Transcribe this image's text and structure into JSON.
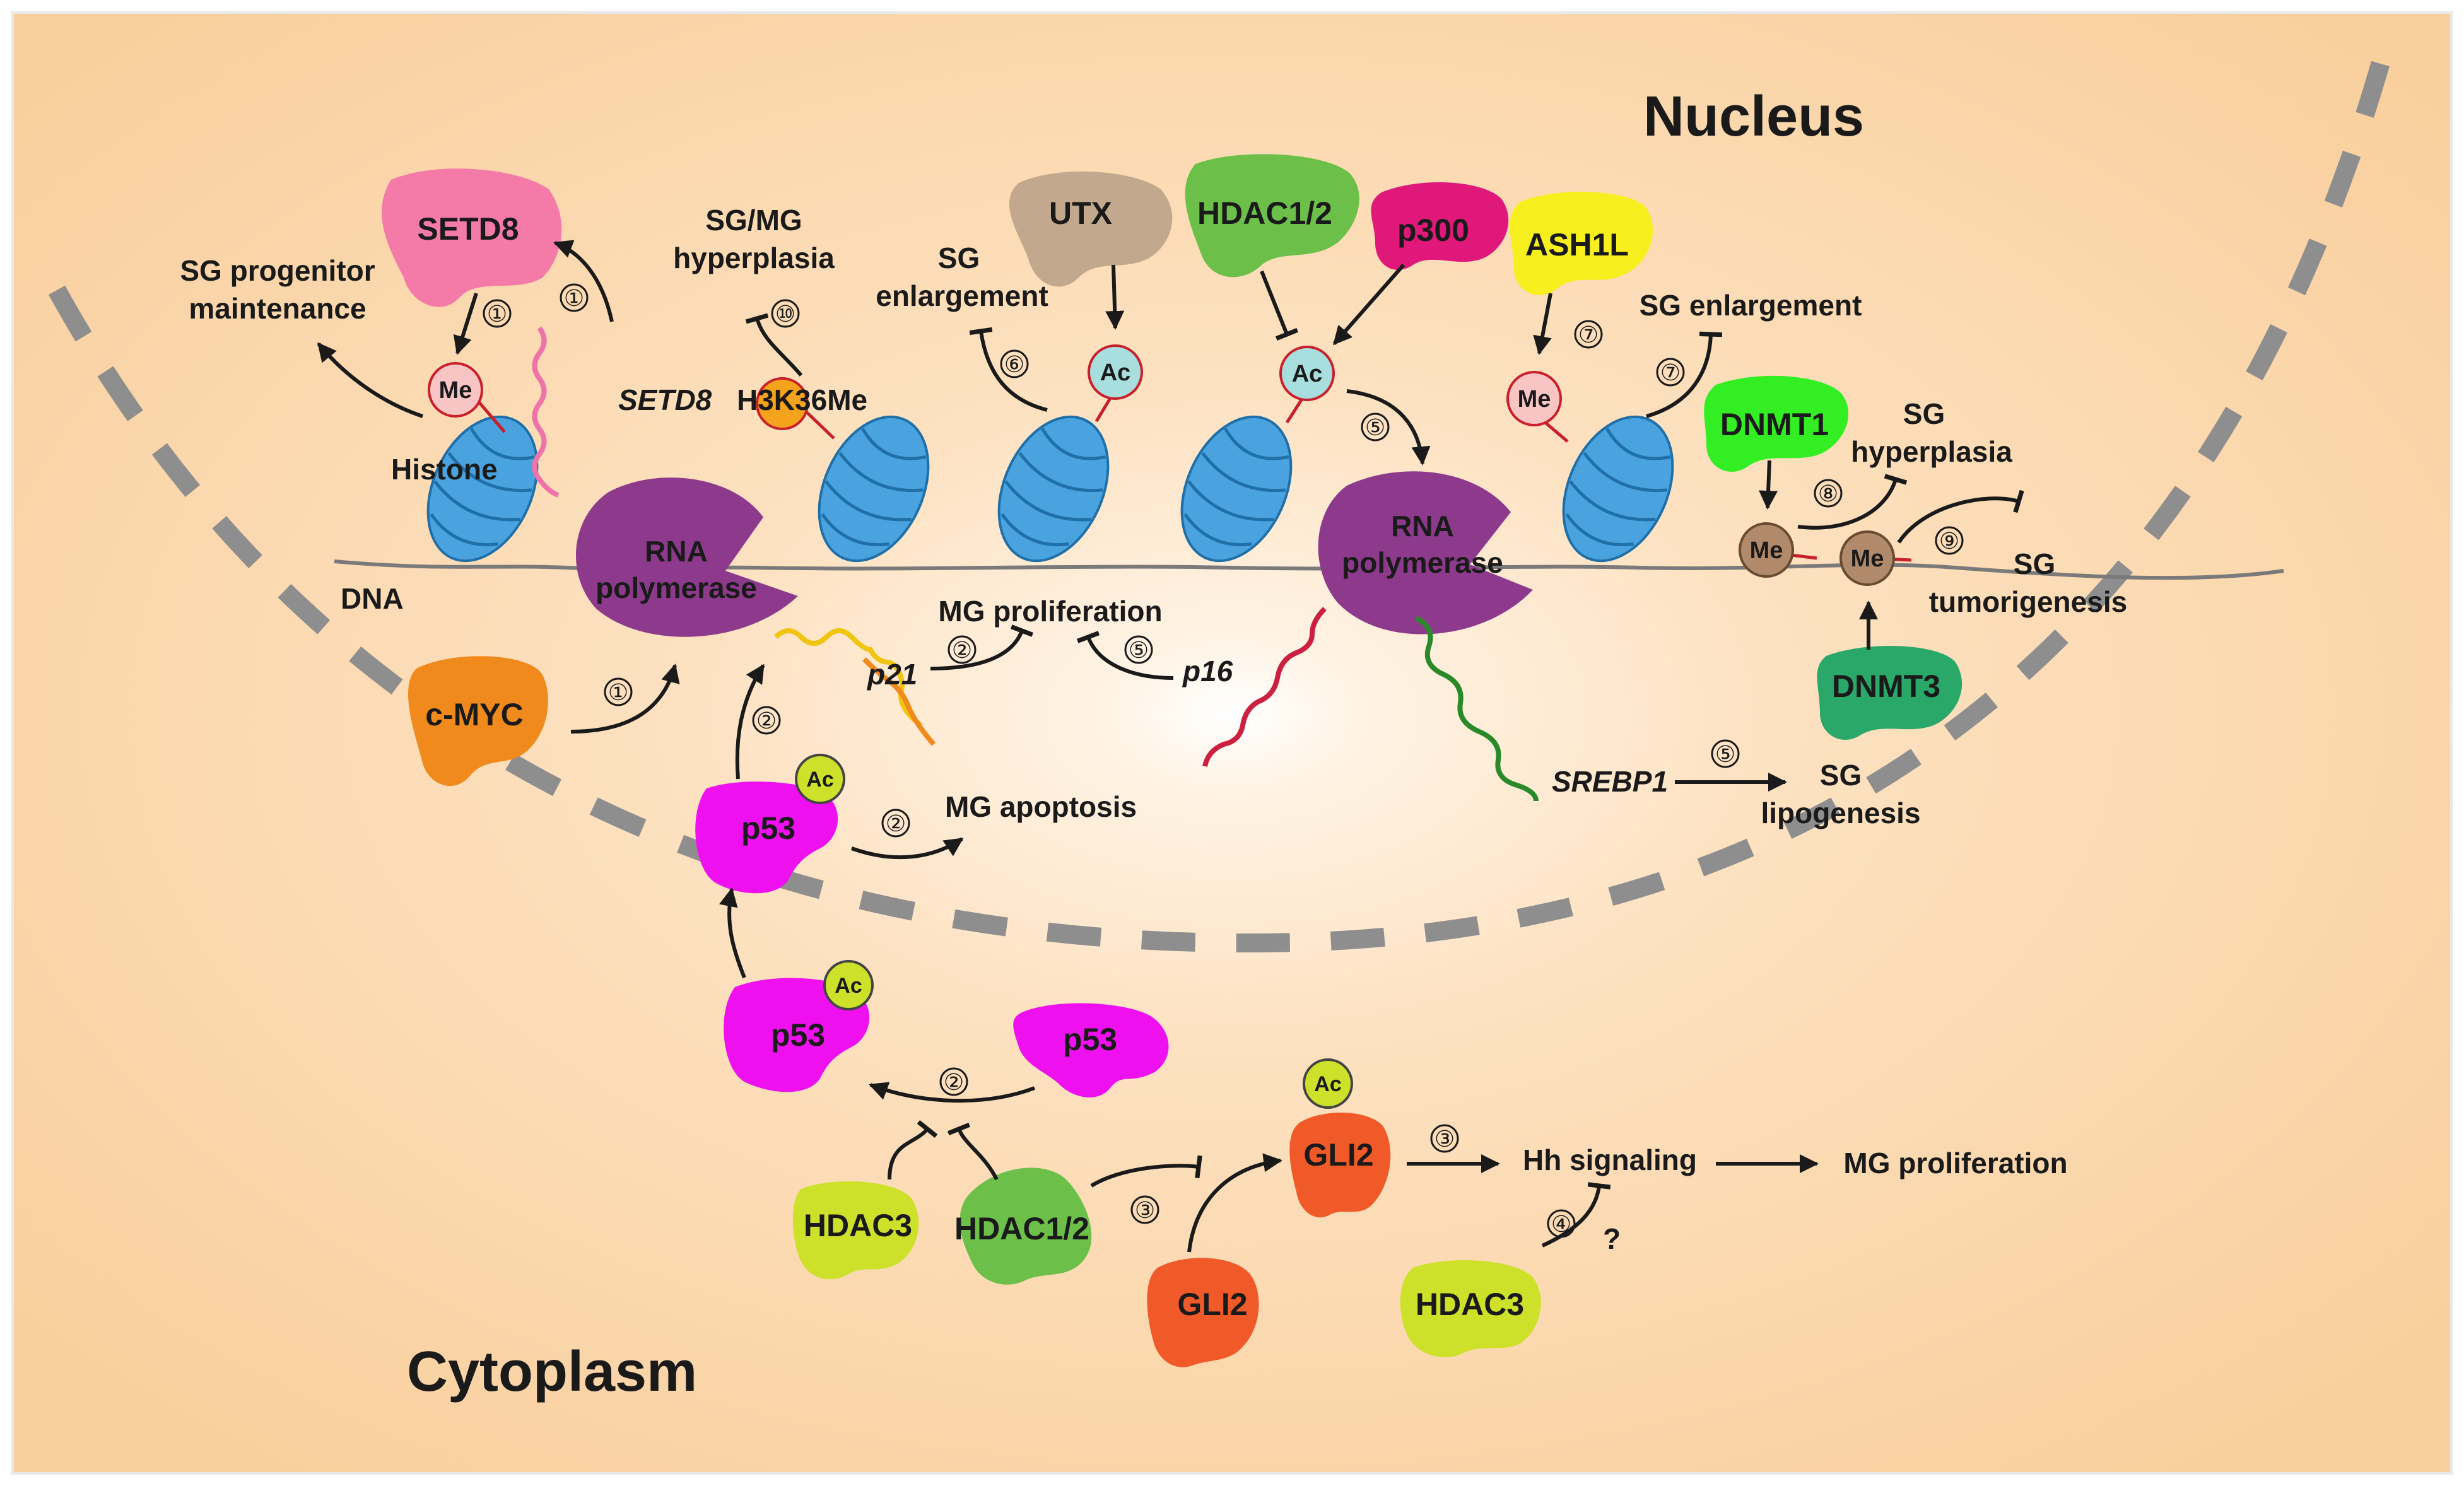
{
  "compartments": {
    "nucleus": "Nucleus",
    "cytoplasm": "Cytoplasm"
  },
  "proteins": {
    "setd8": "SETD8",
    "utx": "UTX",
    "hdac12_nuc": "HDAC1/2",
    "p300": "p300",
    "ash1l": "ASH1L",
    "dnmt1": "DNMT1",
    "dnmt3": "DNMT3",
    "cmyc": "c-MYC",
    "p53_nuc": "p53",
    "p53_cyto_ac": "p53",
    "p53_cyto": "p53",
    "hdac3_a": "HDAC3",
    "hdac12_cyto": "HDAC1/2",
    "gli2_ac": "GLI2",
    "gli2": "GLI2",
    "hdac3_b": "HDAC3",
    "rnapol1": [
      "RNA",
      "polymerase"
    ],
    "rnapol2": [
      "RNA",
      "polymerase"
    ]
  },
  "modifications": {
    "me": "Me",
    "ac": "Ac",
    "h3k36me": "H3K36Me"
  },
  "structures": {
    "histone": "Histone",
    "dna": "DNA"
  },
  "genes": {
    "setd8": "SETD8",
    "p21": "p21",
    "p16": "p16",
    "srebp1": "SREBP1"
  },
  "outcomes": {
    "sg_progenitor": [
      "SG progenitor",
      "maintenance"
    ],
    "sgmg_hyperplasia": [
      "SG/MG",
      "hyperplasia"
    ],
    "sg_enlargement_6": [
      "SG",
      "enlargement"
    ],
    "sg_enlargement_7": "SG enlargement",
    "sg_hyperplasia": [
      "SG",
      "hyperplasia"
    ],
    "sg_tumorigenesis": [
      "SG",
      "tumorigenesis"
    ],
    "mg_proliferation_nuc": "MG proliferation",
    "mg_apoptosis": "MG apoptosis",
    "sg_lipogenesis": [
      "SG",
      "lipogenesis"
    ],
    "hh_signaling": "Hh signaling",
    "mg_proliferation_cyto": "MG proliferation",
    "unknown": "?"
  },
  "step_numbers": [
    "①",
    "②",
    "③",
    "④",
    "⑤",
    "⑥",
    "⑦",
    "⑧",
    "⑨",
    "⑩"
  ],
  "colors": {
    "background": "#fcd9b0",
    "membrane": "#8e8e8e",
    "nucleosome": "#4aa3df",
    "rna_polymerase": "#8e3a8c",
    "setd8": "#f47ba8",
    "utx": "#c2a88c",
    "hdac12": "#6cc04a",
    "p300": "#e0187a",
    "ash1l": "#f7ef1e",
    "dnmt1": "#33ee22",
    "dnmt3": "#2aa86a",
    "cmyc": "#f08a1c",
    "p53": "#ee10ee",
    "hdac3": "#cde02a",
    "gli2": "#f05a28",
    "ac": "#a8dede",
    "me": "#f8c4c4",
    "me_dna": "#b08a6a"
  }
}
